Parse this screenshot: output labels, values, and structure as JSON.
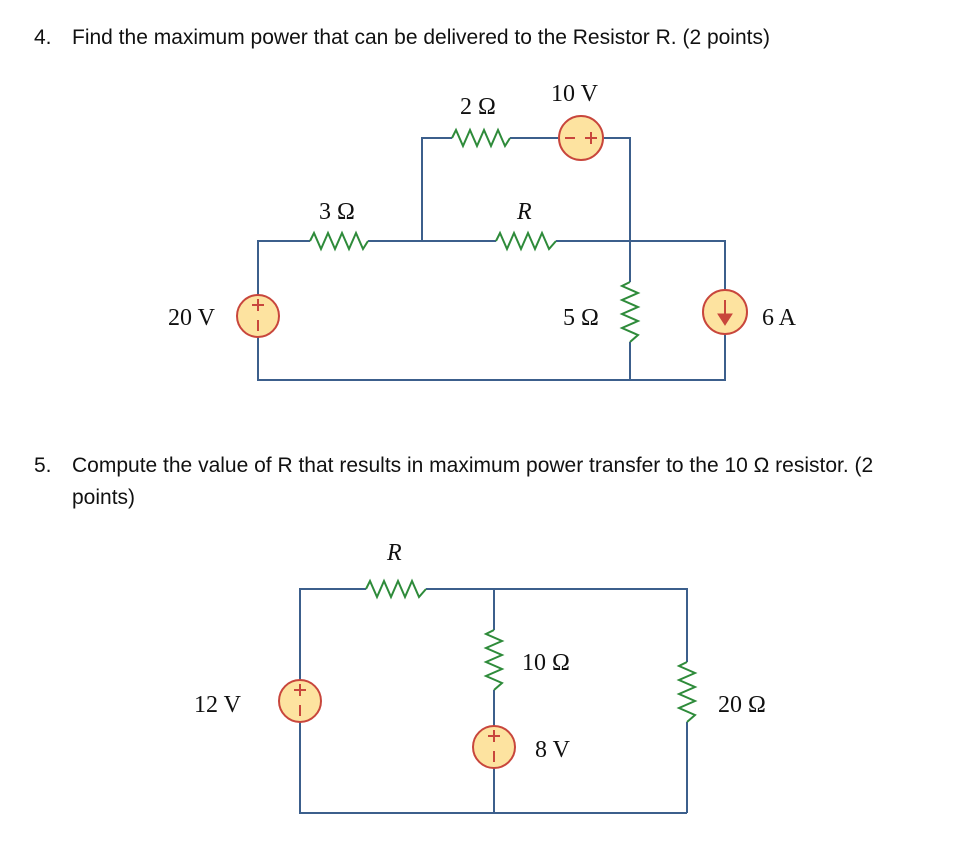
{
  "questions": [
    {
      "number": "4.",
      "text": "Find the maximum power that can be delivered to the Resistor R. (2 points)"
    },
    {
      "number": "5.",
      "text_line1": "Compute the value of R that results in maximum power transfer to the 10 Ω resistor. (2",
      "text_line2": "points)"
    }
  ],
  "circuit1": {
    "labels": {
      "r_top": "2 Ω",
      "v_top": "10 V",
      "r_left": "3 Ω",
      "r_mid": "R",
      "v_left": "20 V",
      "r_right": "5 Ω",
      "i_source": "6 A"
    }
  },
  "circuit2": {
    "labels": {
      "r_top": "R",
      "r_mid": "10 Ω",
      "v_left": "12 V",
      "v_mid": "8 V",
      "r_right": "20 Ω"
    }
  },
  "colors": {
    "wire": "#3c5f8c",
    "resistor": "#2e8b3a",
    "source_fill": "#fde3a0",
    "source_stroke": "#c8463c"
  }
}
